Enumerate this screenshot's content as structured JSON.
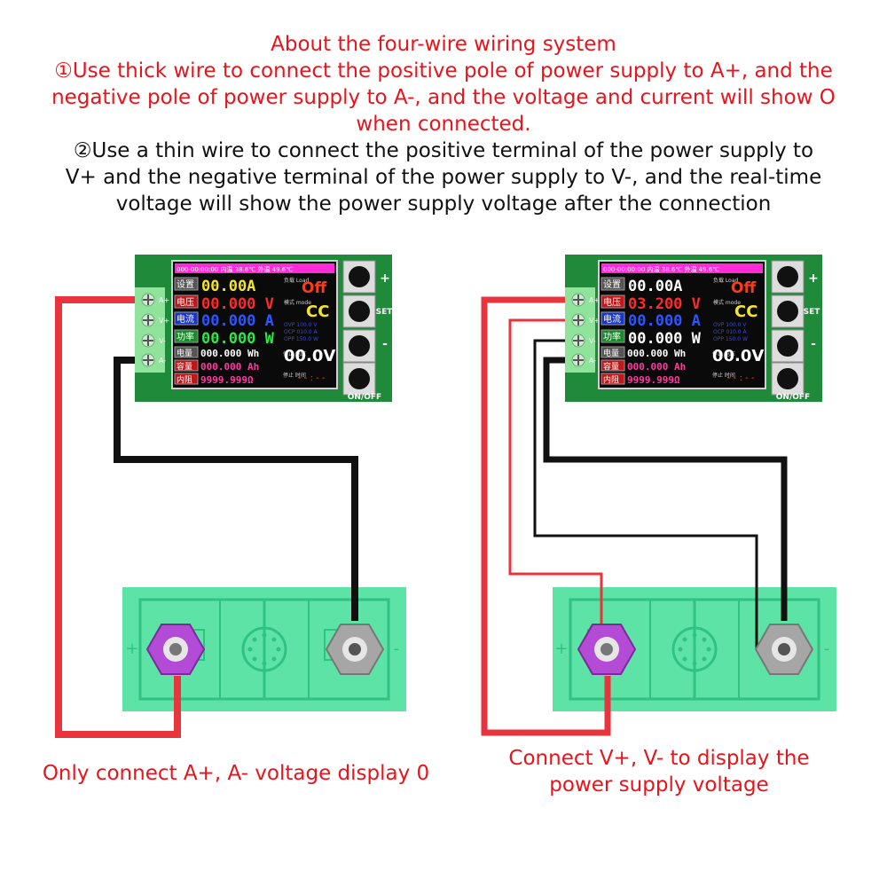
{
  "header": {
    "title": "About the four-wire wiring system",
    "step1_line1": "①Use thick wire to connect the positive pole of power supply to A+, and the",
    "step1_line2": "negative pole of power supply to A-, and the voltage and current will show O",
    "step1_line3": "when connected.",
    "step2_line1": "②Use a thin wire to connect the positive terminal of the power supply to",
    "step2_line2": "V+ and the negative terminal of the power supply to V-, and the real-time",
    "step2_line3": "voltage will show the power supply voltage after the connection"
  },
  "colors": {
    "text_red": "#e8141c",
    "board_green": "#1f8a3a",
    "battery_green": "#5de3a6",
    "wire_red": "#e8343c",
    "wire_black": "#111111",
    "positive_terminal": "#b44bd6",
    "negative_terminal": "#a6a6a6"
  },
  "terminal_labels": [
    "A+",
    "V+",
    "V-",
    "A-"
  ],
  "buttons": {
    "plus": "+",
    "set": "SET",
    "minus": "-",
    "onoff": "ON/OFF"
  },
  "battery": {
    "plus_sign": "+",
    "minus_sign": "-"
  },
  "left_module": {
    "status_bar": "000-00:00:00  内温 38.6℃  外温 49.6℃",
    "rows": [
      {
        "label": "设置",
        "value": "00.00A"
      },
      {
        "label": "电压",
        "value": "00.000 V"
      },
      {
        "label": "电流",
        "value": "00.000 A"
      },
      {
        "label": "功率",
        "value": "00.000 W"
      },
      {
        "label": "电量",
        "value": "000.000 Wh"
      },
      {
        "label": "容量",
        "value": "000.000 Ah"
      },
      {
        "label": "内阻",
        "value": "9999.999Ω"
      }
    ],
    "load_label": "负载 Load",
    "load_state": "Off",
    "mode_label": "模式 mode",
    "mode_value": "CC",
    "protect_lines": [
      "OVP 100.0 V",
      "OCP 010.0 A",
      "OPP 150.0 W"
    ],
    "stop_label": "停止 电压",
    "stop_value": "00.0V",
    "extra_label": "停止 时间",
    "extra_value": "- - : - -"
  },
  "right_module": {
    "status_bar": "000-00:00:00  内温 38.6℃  外温 49.6℃",
    "rows": [
      {
        "label": "设置",
        "value": "00.00A"
      },
      {
        "label": "电压",
        "value": "03.200 V"
      },
      {
        "label": "电流",
        "value": "00.000 A"
      },
      {
        "label": "功率",
        "value": "00.000 W"
      },
      {
        "label": "电量",
        "value": "000.000 Wh"
      },
      {
        "label": "容量",
        "value": "000.000 Ah"
      },
      {
        "label": "内阻",
        "value": "9999.999Ω"
      }
    ],
    "load_label": "负载 Load",
    "load_state": "Off",
    "mode_label": "模式 mode",
    "mode_value": "CC",
    "protect_lines": [
      "OVP 100.0 V",
      "OCP 010.0 A",
      "OPP 150.0 W"
    ],
    "stop_label": "停止 电压",
    "stop_value": "00.0V",
    "extra_label": "停止 时间",
    "extra_value": "- - : - -"
  },
  "captions": {
    "left": "Only connect A+, A- voltage display 0",
    "right_line1": "Connect V+, V- to display the",
    "right_line2": "power supply voltage"
  }
}
